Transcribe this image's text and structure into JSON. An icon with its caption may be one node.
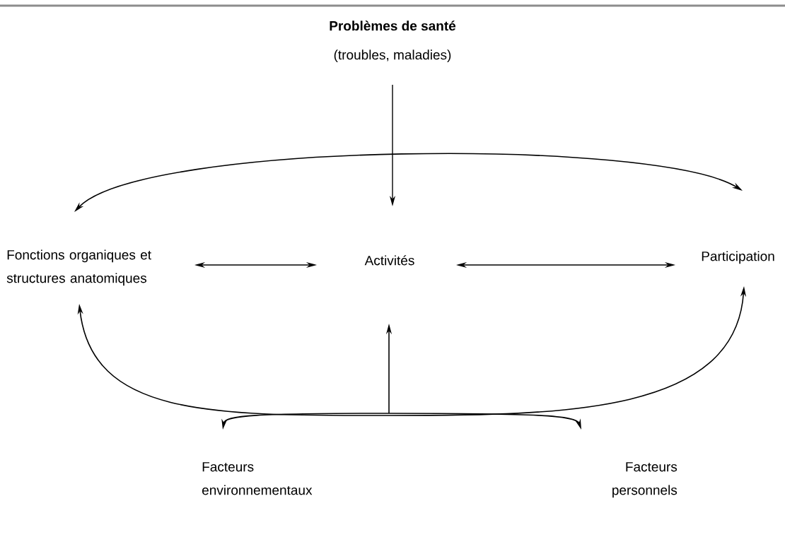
{
  "diagram": {
    "nodes": [
      {
        "text": [
          "Problèmes de santé",
          "(troubles, maladies)"
        ]
      },
      {
        "text": [
          "Fonctions organiques et structures anatomiques"
        ]
      },
      {
        "text": [
          "Activités"
        ]
      },
      {
        "text": [
          "Participation"
        ]
      },
      {
        "text": [
          "Facteurs environnementaux"
        ]
      },
      {
        "text": [
          "Facteurs personnels"
        ]
      }
    ],
    "edges": [
      {
        "from": 0,
        "to": 2,
        "arrow": "to"
      },
      {
        "from": 1,
        "to": 3,
        "arrow": "both"
      },
      {
        "from": 1,
        "to": 2,
        "arrow": "both"
      },
      {
        "from": 2,
        "to": 3,
        "arrow": "both"
      },
      {
        "from": 1,
        "to": 3,
        "arrow": "both"
      },
      {
        "from": 4,
        "to": 2,
        "arrow": "both"
      },
      {
        "from": 5,
        "to": 2,
        "arrow": "both"
      }
    ]
  }
}
